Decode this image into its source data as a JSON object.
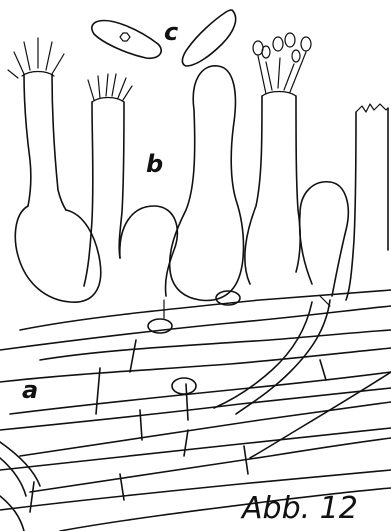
{
  "labels": {
    "a": "a",
    "b": "b",
    "c": "c"
  },
  "caption": "Abb. 12",
  "colors": {
    "ink": "#111111",
    "paper": "#ffffff"
  }
}
